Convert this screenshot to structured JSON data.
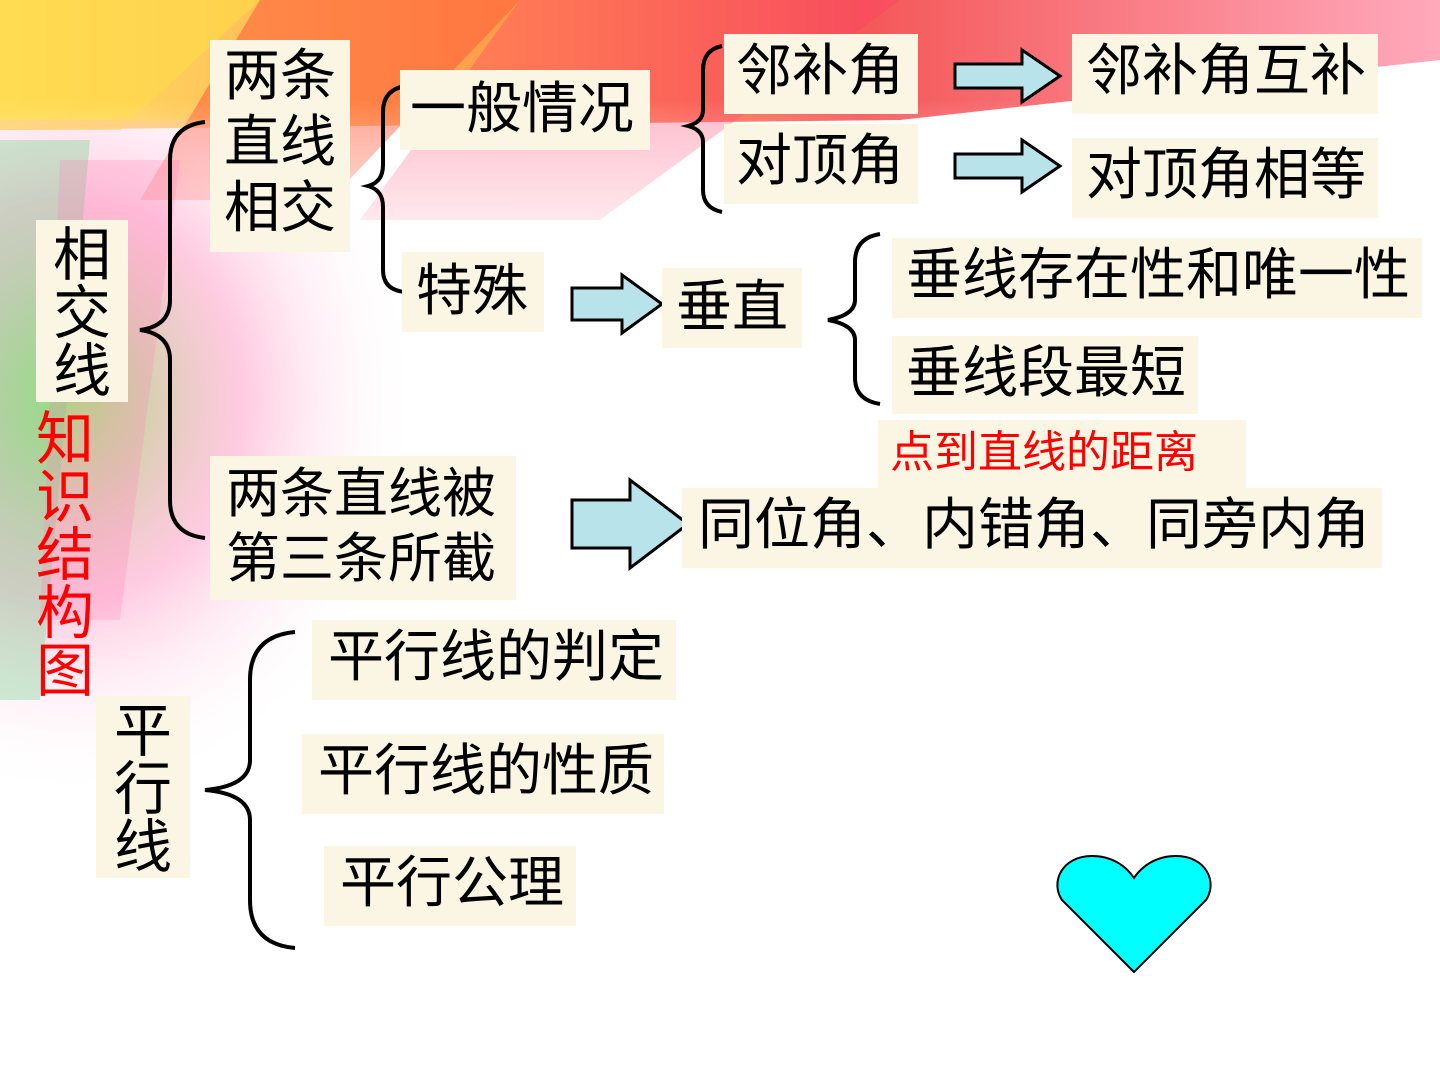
{
  "title_vertical": "知识结构图",
  "accent_color": "#ff0000",
  "heart_color": "#00ffff",
  "nodes": {
    "xiangjiaoxian": "相交线",
    "liangtiao_xiangjiao": "两条直线相交",
    "yiban_qingkuang": "一般情况",
    "teshu": "特殊",
    "linbujiao": "邻补角",
    "duidingjiao": "对顶角",
    "linbujiao_hubu": "邻补角互补",
    "duidingjiao_xiangdeng": "对顶角相等",
    "chuizhi": "垂直",
    "chuixian_cunzai": "垂线存在性和唯一性",
    "chuixianduan_zuiduan": "垂线段最短",
    "dian_dao_zhixian_juli": "点到直线的距离",
    "sanxian_line1": "两条直线被",
    "sanxian_line2": "第三条所截",
    "tongwei": "同位角、内错角、同旁内角",
    "pingxingxian": "平行线",
    "pingxing_panding": "平行线的判定",
    "pingxing_xingzhi": "平行线的性质",
    "pingxing_gongli": "平行公理"
  }
}
